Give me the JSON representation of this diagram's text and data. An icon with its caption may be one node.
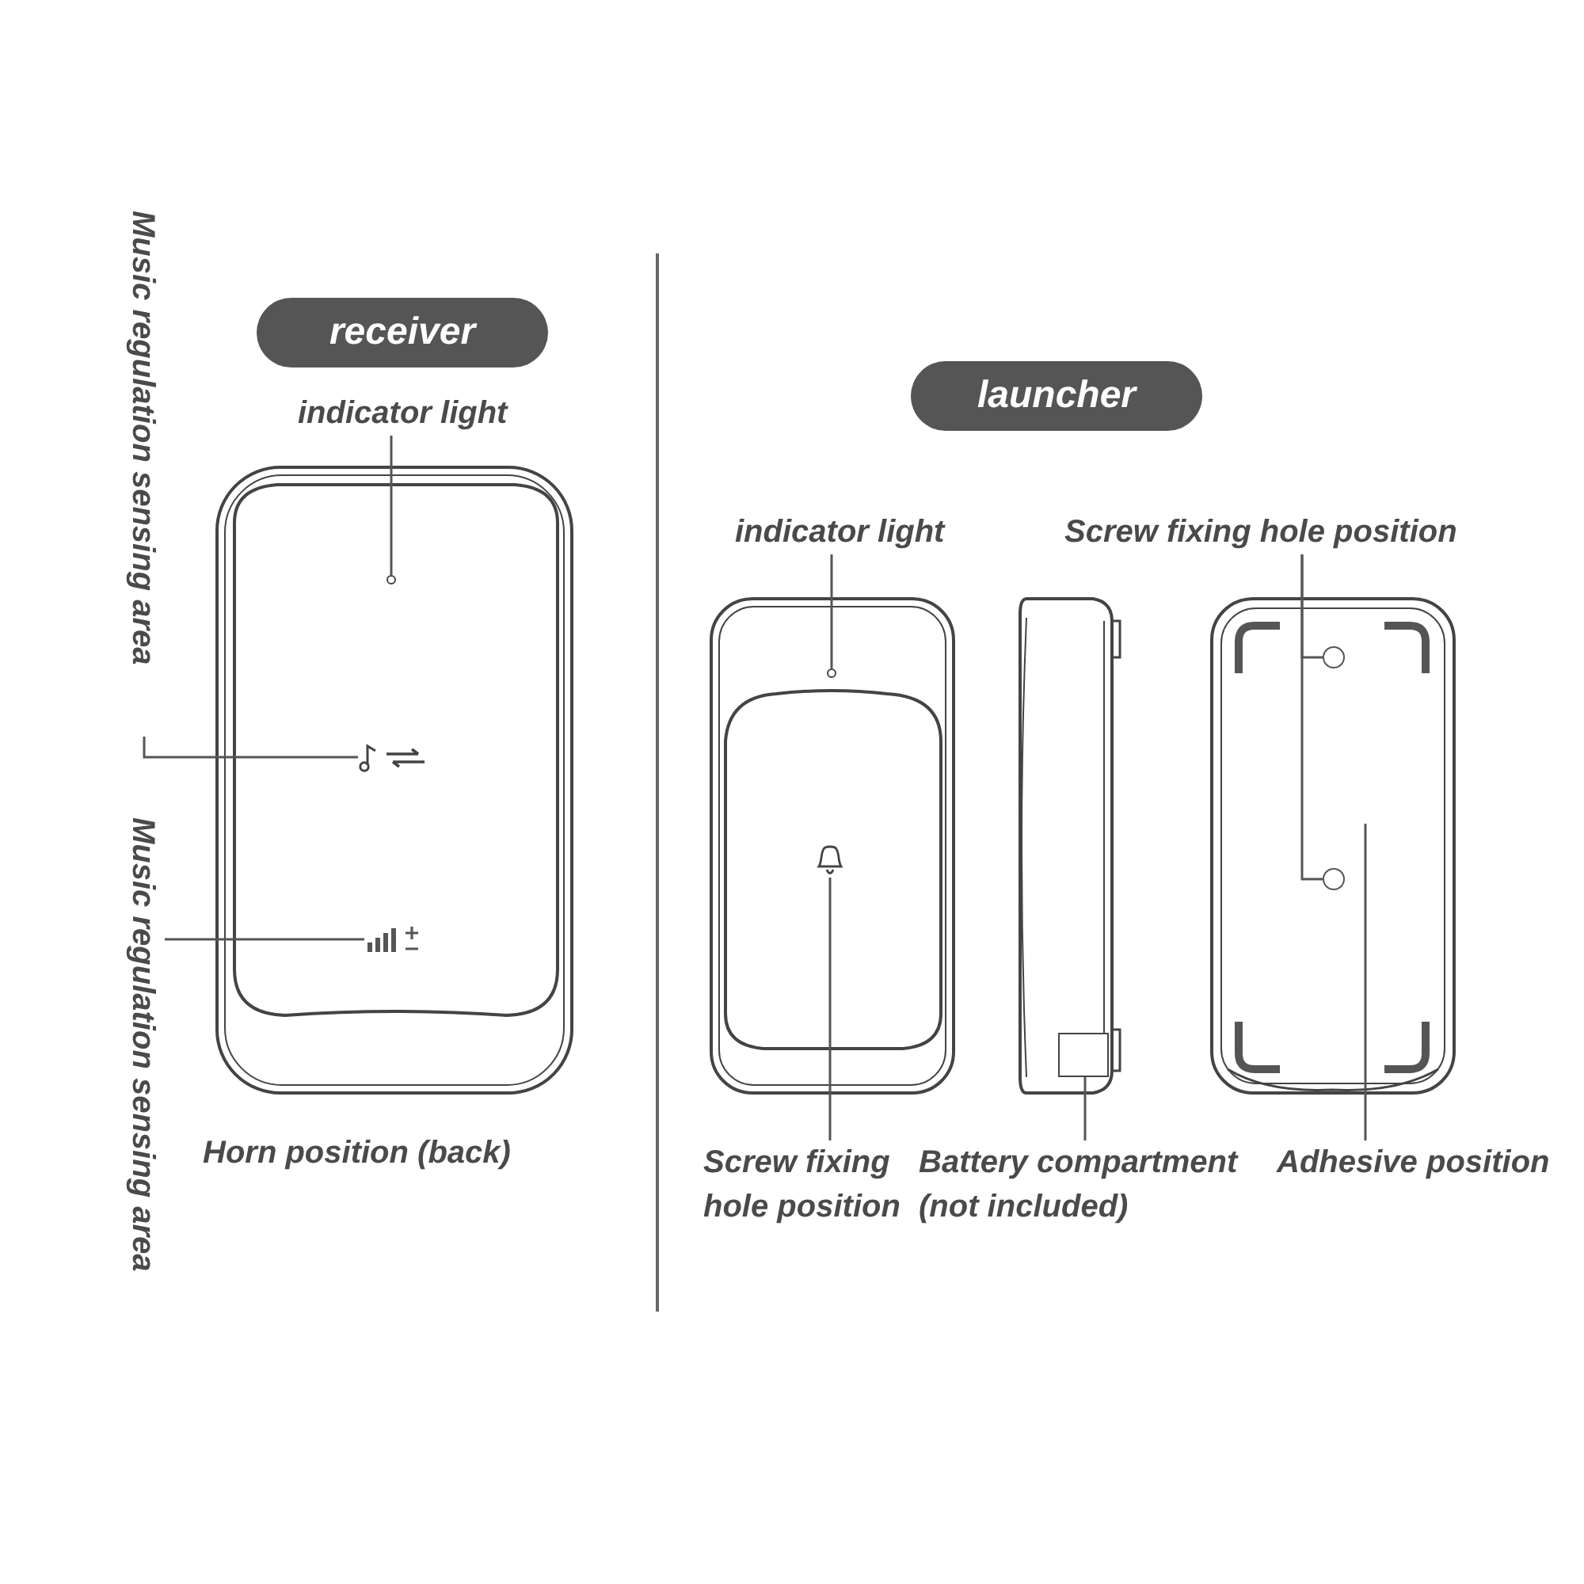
{
  "diagram": {
    "nodes": [
      {
        "text": [
          "receiver"
        ]
      },
      {
        "text": [
          "indicator light"
        ]
      },
      {
        "text": [],
        "shape": "circle"
      },
      {
        "text": [
          "Music regulation sensing area"
        ]
      },
      {
        "text": [],
        "shape": "picture"
      },
      {
        "text": [
          "Music regulation sensing area"
        ]
      },
      {
        "text": [],
        "shape": "picture"
      },
      {
        "text": [
          "launcher"
        ]
      },
      {
        "text": [
          "indicator light"
        ]
      },
      {
        "text": [],
        "shape": "circle"
      },
      {
        "text": [
          "Screw fixing hole position"
        ]
      },
      {
        "text": [],
        "shape": "circle"
      },
      {
        "text": [],
        "shape": "circle"
      },
      {
        "text": [],
        "shape": "picture"
      },
      {
        "text": [
          "Screw fixing hole position"
        ]
      },
      {
        "text": [],
        "shape": "box"
      },
      {
        "text": [
          "Battery compartment (not included)"
        ]
      },
      {
        "text": [
          "Adhesive position"
        ]
      }
    ],
    "edges": [
      {
        "from": 1,
        "to": 2,
        "arrow": "none"
      },
      {
        "from": 3,
        "to": 4,
        "arrow": "none"
      },
      {
        "from": 5,
        "to": 6,
        "arrow": "none"
      },
      {
        "from": 8,
        "to": 9,
        "arrow": "none"
      },
      {
        "from": 10,
        "to": 11,
        "arrow": "none"
      },
      {
        "from": 10,
        "to": 12,
        "arrow": "none"
      },
      {
        "from": 14,
        "to": 13,
        "arrow": "none"
      },
      {
        "from": 16,
        "to": 15,
        "arrow": "none"
      },
      {
        "from": 17,
        "to": null,
        "arrow": "none"
      }
    ],
    "labels": [
      "Horn position (back)"
    ]
  }
}
